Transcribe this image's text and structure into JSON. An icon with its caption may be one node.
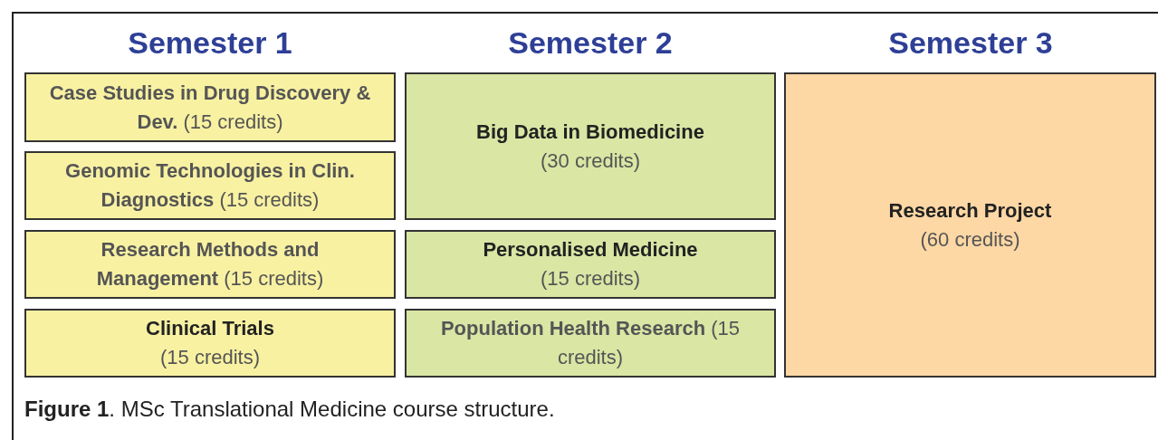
{
  "diagram": {
    "caption": "**Figure 1**. MSc Translational Medicine course structure.",
    "nodes": [
      {
        "text": [
          "**Case Studies in Drug Discovery & Dev.** (15 credits)"
        ]
      },
      {
        "text": [
          "Big Data in Biomedicine",
          "(30 credits)"
        ]
      },
      {
        "text": [
          "Research Project",
          "(60 credits)"
        ]
      },
      {
        "text": [
          "**Genomic Technologies in Clin. Diagnostics** (15 credits)"
        ]
      },
      {
        "text": [
          "**Research Methods and Management** (15 credits)"
        ]
      },
      {
        "text": [
          "Personalised Medicine",
          "(15 credits)"
        ]
      },
      {
        "text": [
          "Clinical Trials",
          "(15 credits)"
        ]
      },
      {
        "text": [
          "**Population Health Research** (15 credits)"
        ]
      }
    ],
    "labels": [
      "Semester 1",
      "Semester 2",
      "Semester 3"
    ]
  }
}
